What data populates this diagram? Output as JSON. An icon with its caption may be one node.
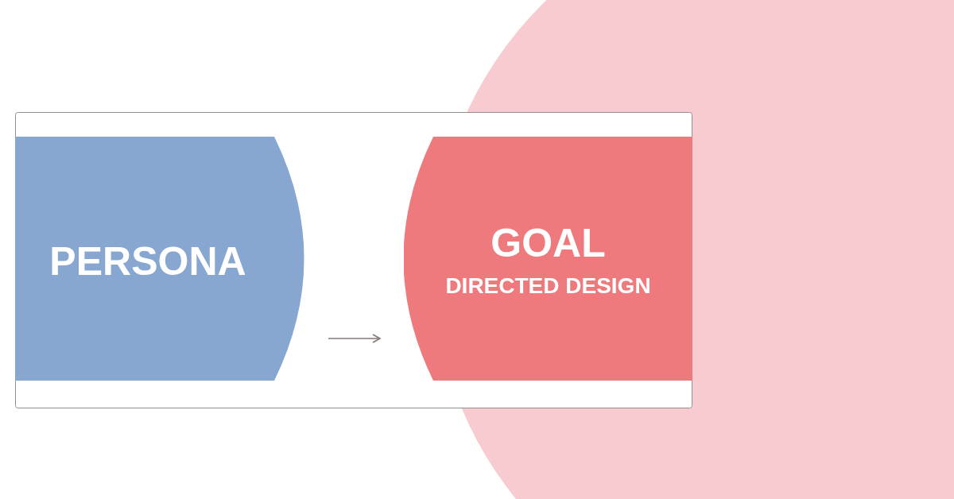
{
  "diagram": {
    "nodes": [
      {
        "text": [
          "PERSONA"
        ]
      },
      {
        "text": [
          "GOAL",
          "DIRECTED DESIGN"
        ]
      }
    ],
    "edges": [
      {
        "from": 0,
        "to": 1,
        "arrow": "to"
      }
    ]
  }
}
